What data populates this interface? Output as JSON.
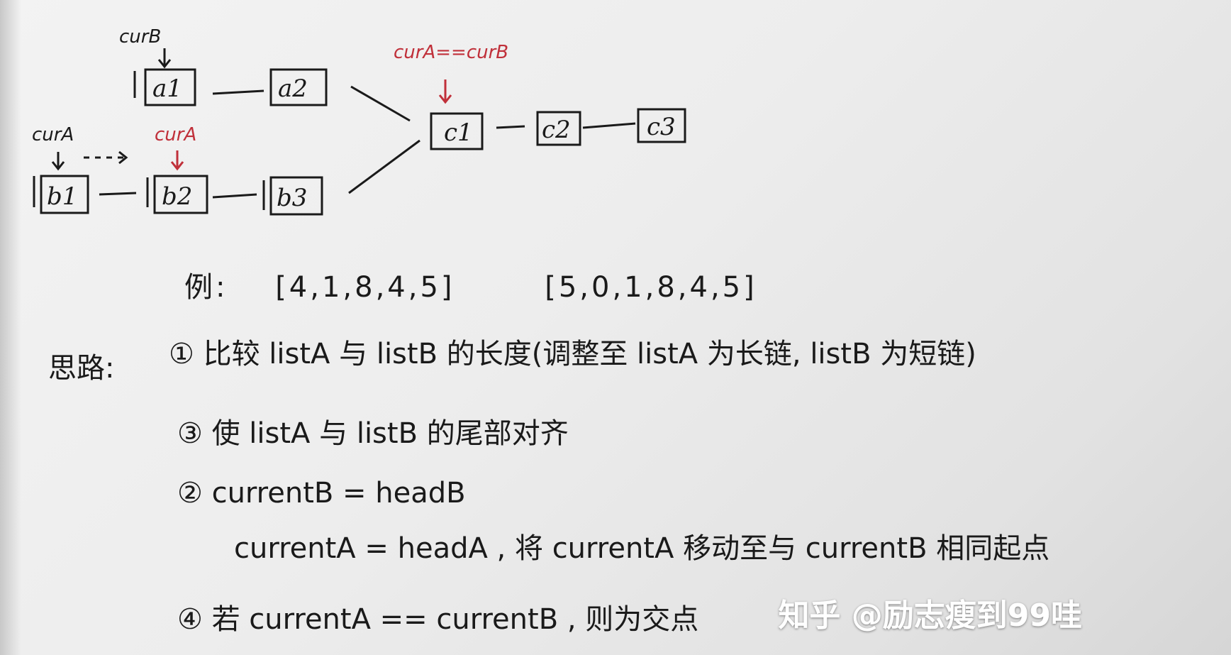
{
  "diagram": {
    "list_a": [
      "a1",
      "a2"
    ],
    "list_b": [
      "b1",
      "b2",
      "b3"
    ],
    "shared": [
      "c1",
      "c2",
      "c3"
    ],
    "pointers": {
      "curB": "curB",
      "curA_left": "curA",
      "curA_red": "curA",
      "meet": "curA==curB"
    }
  },
  "example": {
    "prefix": "例:",
    "list_a": "[4,1,8,4,5]",
    "list_b": "[5,0,1,8,4,5]"
  },
  "steps": {
    "heading": "思路:",
    "step1": "① 比较 listA 与 listB 的长度(调整至 listA 为长链, listB 为短链)",
    "step2": "③ 使 listA 与 listB 的尾部对齐",
    "step3_line1": "② currentB = headB",
    "step3_line2": "currentA = headA , 将 currentA 移动至与 currentB 相同起点",
    "step4": "④ 若 currentA == currentB , 则为交点"
  },
  "watermark": "知乎 @励志瘦到99哇",
  "colors": {
    "ink": "#1a1a1a",
    "red_ink": "#c0303a",
    "paper": "#ededed"
  }
}
